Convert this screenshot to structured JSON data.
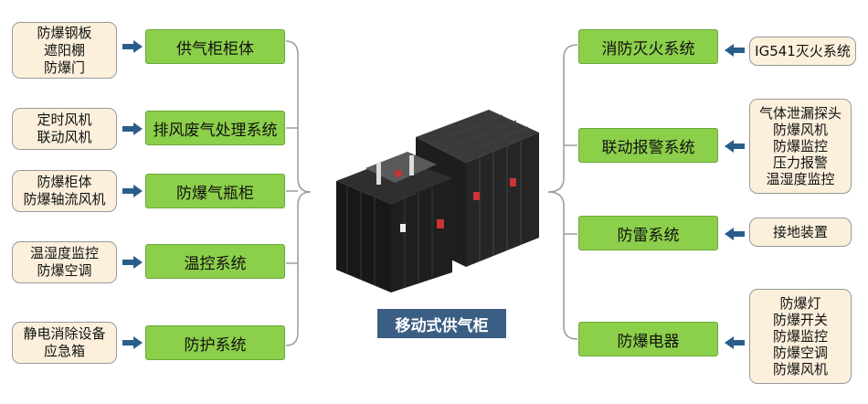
{
  "center": {
    "title": "移动式供气柜"
  },
  "left": [
    {
      "system": "供气柜柜体",
      "items": "防爆钢板\n遮阳棚\n防爆门"
    },
    {
      "system": "排风废气处理系统",
      "items": "定时风机\n联动风机"
    },
    {
      "system": "防爆气瓶柜",
      "items": "防爆柜体\n防爆轴流风机"
    },
    {
      "system": "温控系统",
      "items": "温湿度监控\n防爆空调"
    },
    {
      "system": "防护系统",
      "items": "静电消除设备\n应急箱"
    }
  ],
  "right": [
    {
      "system": "消防灭火系统",
      "items": "IG541灭火系统"
    },
    {
      "system": "联动报警系统",
      "items": "气体泄漏探头\n防爆风机\n防爆监控\n压力报警\n温湿度监控"
    },
    {
      "system": "防雷系统",
      "items": "接地装置"
    },
    {
      "system": "防爆电器",
      "items": "防爆灯\n防爆开关\n防爆监控\n防爆空调\n防爆风机"
    }
  ],
  "colors": {
    "system_fill": "#8ccf4a",
    "item_fill": "#fcf0dc",
    "arrow": "#2a5d8c",
    "bracket": "#9a9a9a",
    "title_fill": "#3b5f84"
  }
}
